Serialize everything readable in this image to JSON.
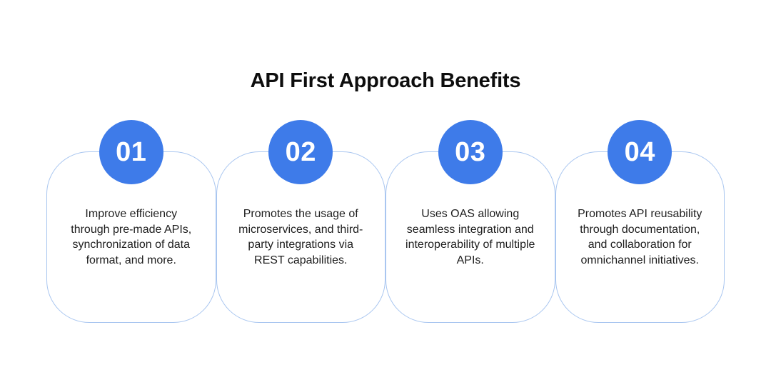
{
  "title": "API First Approach Benefits",
  "colors": {
    "background": "#ffffff",
    "accent": "#3e7be9",
    "card_border": "#a9c6f0",
    "title_text": "#0d0d0d",
    "body_text": "#1e1e1e",
    "number_text": "#ffffff"
  },
  "cards": [
    {
      "number": "01",
      "lines": [
        "Improve efficiency",
        "through pre-made APIs,",
        "synchronization of data",
        "format, and more."
      ]
    },
    {
      "number": "02",
      "lines": [
        "Promotes the usage of",
        "microservices, and third-",
        "party integrations via",
        "REST capabilities."
      ]
    },
    {
      "number": "03",
      "lines": [
        "Uses OAS allowing",
        "seamless integration and",
        "interoperability of multiple",
        "APIs."
      ]
    },
    {
      "number": "04",
      "lines": [
        "Promotes API reusability",
        "through documentation,",
        "and collaboration for",
        "omnichannel initiatives."
      ]
    }
  ]
}
